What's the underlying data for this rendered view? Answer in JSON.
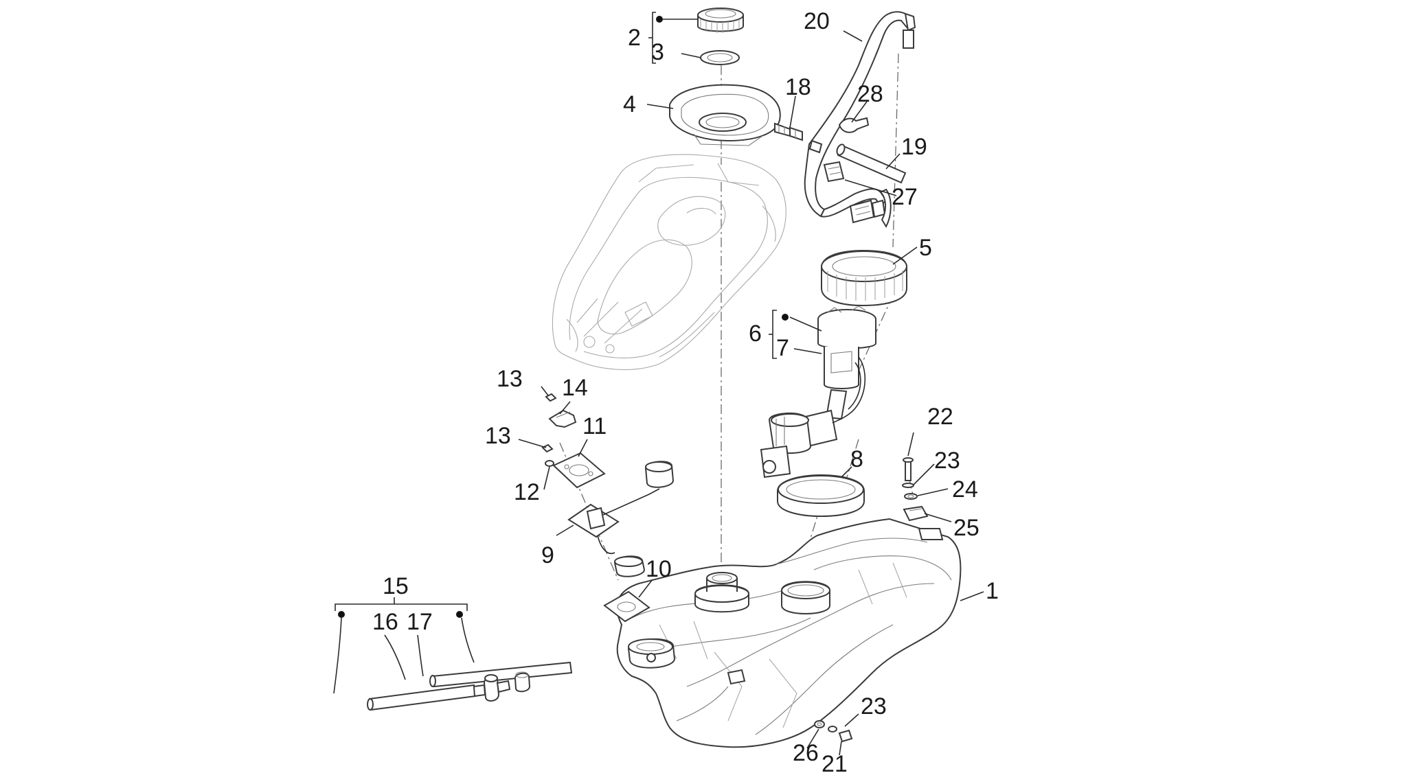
{
  "diagram": {
    "callouts": {
      "c1": "1",
      "c2": "2",
      "c3": "3",
      "c4": "4",
      "c5": "5",
      "c6": "6",
      "c7": "7",
      "c8": "8",
      "c9": "9",
      "c10": "10",
      "c11": "11",
      "c12": "12",
      "c13a": "13",
      "c13b": "13",
      "c14": "14",
      "c15": "15",
      "c16": "16",
      "c17": "17",
      "c18": "18",
      "c19": "19",
      "c20": "20",
      "c21": "21",
      "c22": "22",
      "c23a": "23",
      "c23b": "23",
      "c24": "24",
      "c25": "25",
      "c26": "26",
      "c27": "27",
      "c28": "28"
    }
  }
}
